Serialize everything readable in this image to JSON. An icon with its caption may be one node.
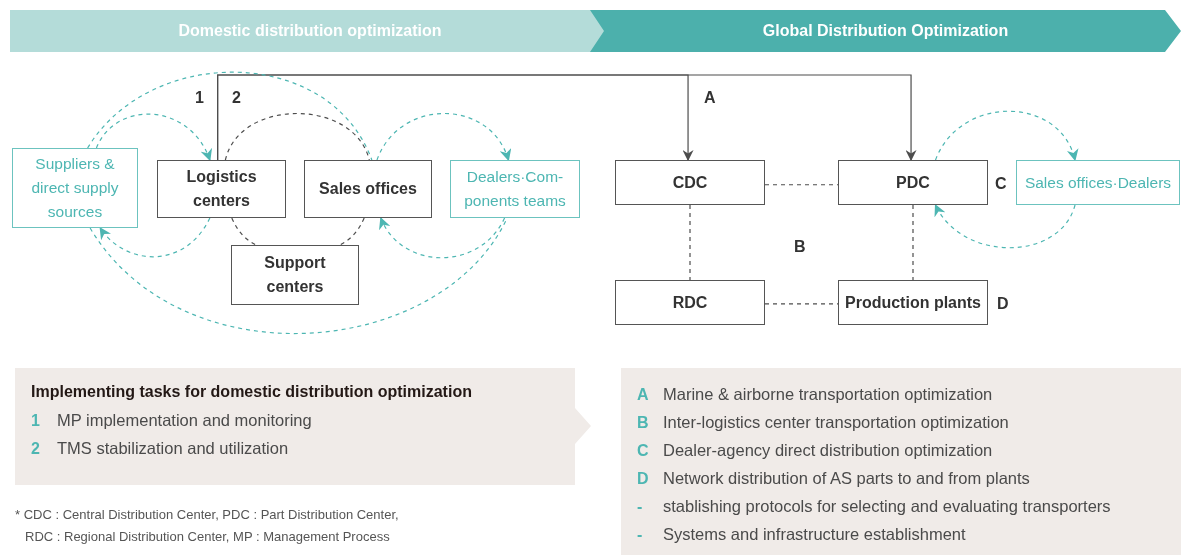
{
  "diagram": {
    "nodes": [
      {
        "text": [
          "Domestic distribution optimization"
        ]
      },
      {
        "text": [
          "Global Distribution Optimization"
        ]
      },
      {
        "text": [
          "Suppliers & direct supply sources"
        ]
      },
      {
        "text": [
          "Logistics centers"
        ]
      },
      {
        "text": [
          "Sales offices"
        ]
      },
      {
        "text": [
          "Dealers·Com- ponents teams"
        ]
      },
      {
        "text": [
          "Support centers"
        ]
      },
      {
        "text": [
          "CDC"
        ]
      },
      {
        "text": [
          "PDC"
        ]
      },
      {
        "text": [
          "Sales offices·Dealers"
        ]
      },
      {
        "text": [
          "RDC"
        ]
      },
      {
        "text": [
          "Production plants"
        ],
        "beside": [
          "D"
        ]
      },
      {
        "text": [
          "Implementing tasks for domestic distribution optimization",
          "1",
          "MP implementation and monitoring",
          "2",
          "TMS stabilization and utilization"
        ]
      },
      {
        "text": [
          "A",
          "Marine & airborne transportation optimization",
          "B",
          "Inter-logistics center transportation optimization",
          "C",
          "Dealer-agency direct distribution optimization",
          "D",
          "Network distribution of AS parts to and from plants",
          "-",
          "stablishing protocols for selecting and evaluating transporters",
          "-",
          "Systems and infrastructure establishment"
        ]
      }
    ],
    "edges": [
      {
        "from": 3,
        "to": 7,
        "arrow": "to"
      },
      {
        "from": 3,
        "to": 8,
        "arrow": "to"
      },
      {
        "from": 7,
        "to": 8,
        "arrow": "none",
        "style": "dashed"
      },
      {
        "from": 7,
        "to": 10,
        "arrow": "none",
        "style": "dashed"
      },
      {
        "from": 8,
        "to": 11,
        "arrow": "none",
        "style": "dashed"
      },
      {
        "from": 10,
        "to": 11,
        "arrow": "none",
        "style": "dashed"
      },
      {
        "from": 3,
        "to": 4,
        "arrow": "none",
        "style": "dashed"
      },
      {
        "from": 3,
        "to": 6,
        "arrow": "none",
        "style": "dashed"
      },
      {
        "from": 4,
        "to": 6,
        "arrow": "none",
        "style": "dashed"
      },
      {
        "from": 2,
        "to": 3,
        "arrow": "to",
        "style": "dashed",
        "color": "#4db6b2"
      },
      {
        "from": 3,
        "to": 2,
        "arrow": "to",
        "style": "dashed",
        "color": "#4db6b2"
      },
      {
        "from": 2,
        "to": 4,
        "arrow": "none",
        "style": "dashed",
        "color": "#4db6b2"
      },
      {
        "from": 2,
        "to": 5,
        "arrow": "none",
        "style": "dashed",
        "color": "#4db6b2"
      },
      {
        "from": 4,
        "to": 5,
        "arrow": "to",
        "style": "dashed",
        "color": "#4db6b2"
      },
      {
        "from": 5,
        "to": 4,
        "arrow": "to",
        "style": "dashed",
        "color": "#4db6b2"
      },
      {
        "from": 8,
        "to": 9,
        "arrow": "to",
        "style": "dashed",
        "color": "#4db6b2"
      },
      {
        "from": 9,
        "to": 8,
        "arrow": "to",
        "style": "dashed",
        "color": "#4db6b2"
      }
    ],
    "labels": [
      "1",
      "2",
      "A",
      "C",
      "B",
      "* CDC : Central Distribution Center, PDC : Part Distribution Center, RDC : Regional Distribution Center, MP : Management Process"
    ]
  }
}
